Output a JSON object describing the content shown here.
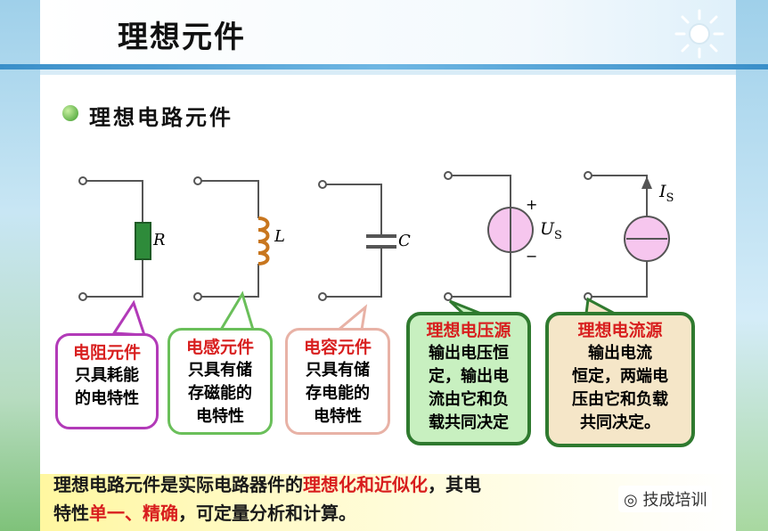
{
  "slide": {
    "title": "理想元件",
    "subtitle": "理想电路元件"
  },
  "elements": [
    {
      "symbol": "R"
    },
    {
      "symbol": "L"
    },
    {
      "symbol": "C"
    },
    {
      "symbol": "U",
      "subscript": "S",
      "plus": "+",
      "minus": "−"
    },
    {
      "symbol": "I",
      "subscript": "S"
    }
  ],
  "callouts": [
    {
      "title": "电阻元件",
      "lines": [
        "只具耗能",
        "的电特性"
      ],
      "border": "#b23ab8",
      "bg": "#ffffff"
    },
    {
      "title": "电感元件",
      "lines": [
        "只具有储",
        "存磁能的",
        "电特性"
      ],
      "border": "#6abf5a",
      "bg": "#ffffff"
    },
    {
      "title": "电容元件",
      "lines": [
        "只具有储",
        "存电能的",
        "电特性"
      ],
      "border": "#e8b2a6",
      "bg": "#ffffff"
    },
    {
      "title": "理想电压源",
      "lines": [
        "输出电压恒",
        "定，输出电",
        "流由它和负",
        "载共同决定"
      ],
      "border": "#2f7a2f",
      "bg": "#c8f0c0"
    },
    {
      "title": "理想电流源",
      "lines": [
        "输出电流",
        "恒定，两端电",
        "压由它和负载",
        "共同决定。"
      ],
      "border": "#2f7a2f",
      "bg": "#f5e6c8"
    }
  ],
  "footer": {
    "line1_a": "理想电路元件是实际电路器件的",
    "line1_hl": "理想化和近似化",
    "line1_b": "，其电",
    "line2_a": "特性",
    "line2_hl": "单一、精确",
    "line2_b": "，可定量分析和计算。"
  },
  "watermark": "技成培训",
  "colors": {
    "wire": "#555555",
    "resistor": "#2e8b3a",
    "inductor": "#c8761e",
    "source": "#f6c6ee",
    "title_red": "#d81e1e"
  }
}
